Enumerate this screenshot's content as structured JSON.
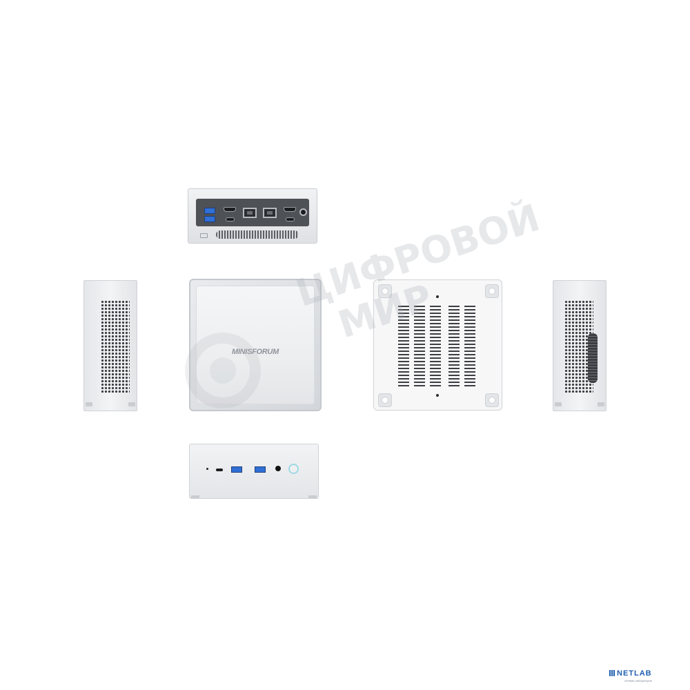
{
  "top_view": {
    "brand": "MINISFORUM"
  },
  "back_view": {
    "labels": [
      "USB3.2",
      "HDMI",
      "2.5G LAN",
      "2.5G LAN",
      "HDMI",
      "DC IN"
    ]
  },
  "front_view": {
    "labels": [
      "TYPE-C",
      "USB3.2",
      "USB3.2",
      "AUDIO",
      "POWER"
    ]
  },
  "watermark": {
    "line1": "ЦИФРОВОЙ",
    "line2": "МИР"
  },
  "credit": {
    "name": "NETLAB",
    "sub": "сетевая лаборатория"
  }
}
